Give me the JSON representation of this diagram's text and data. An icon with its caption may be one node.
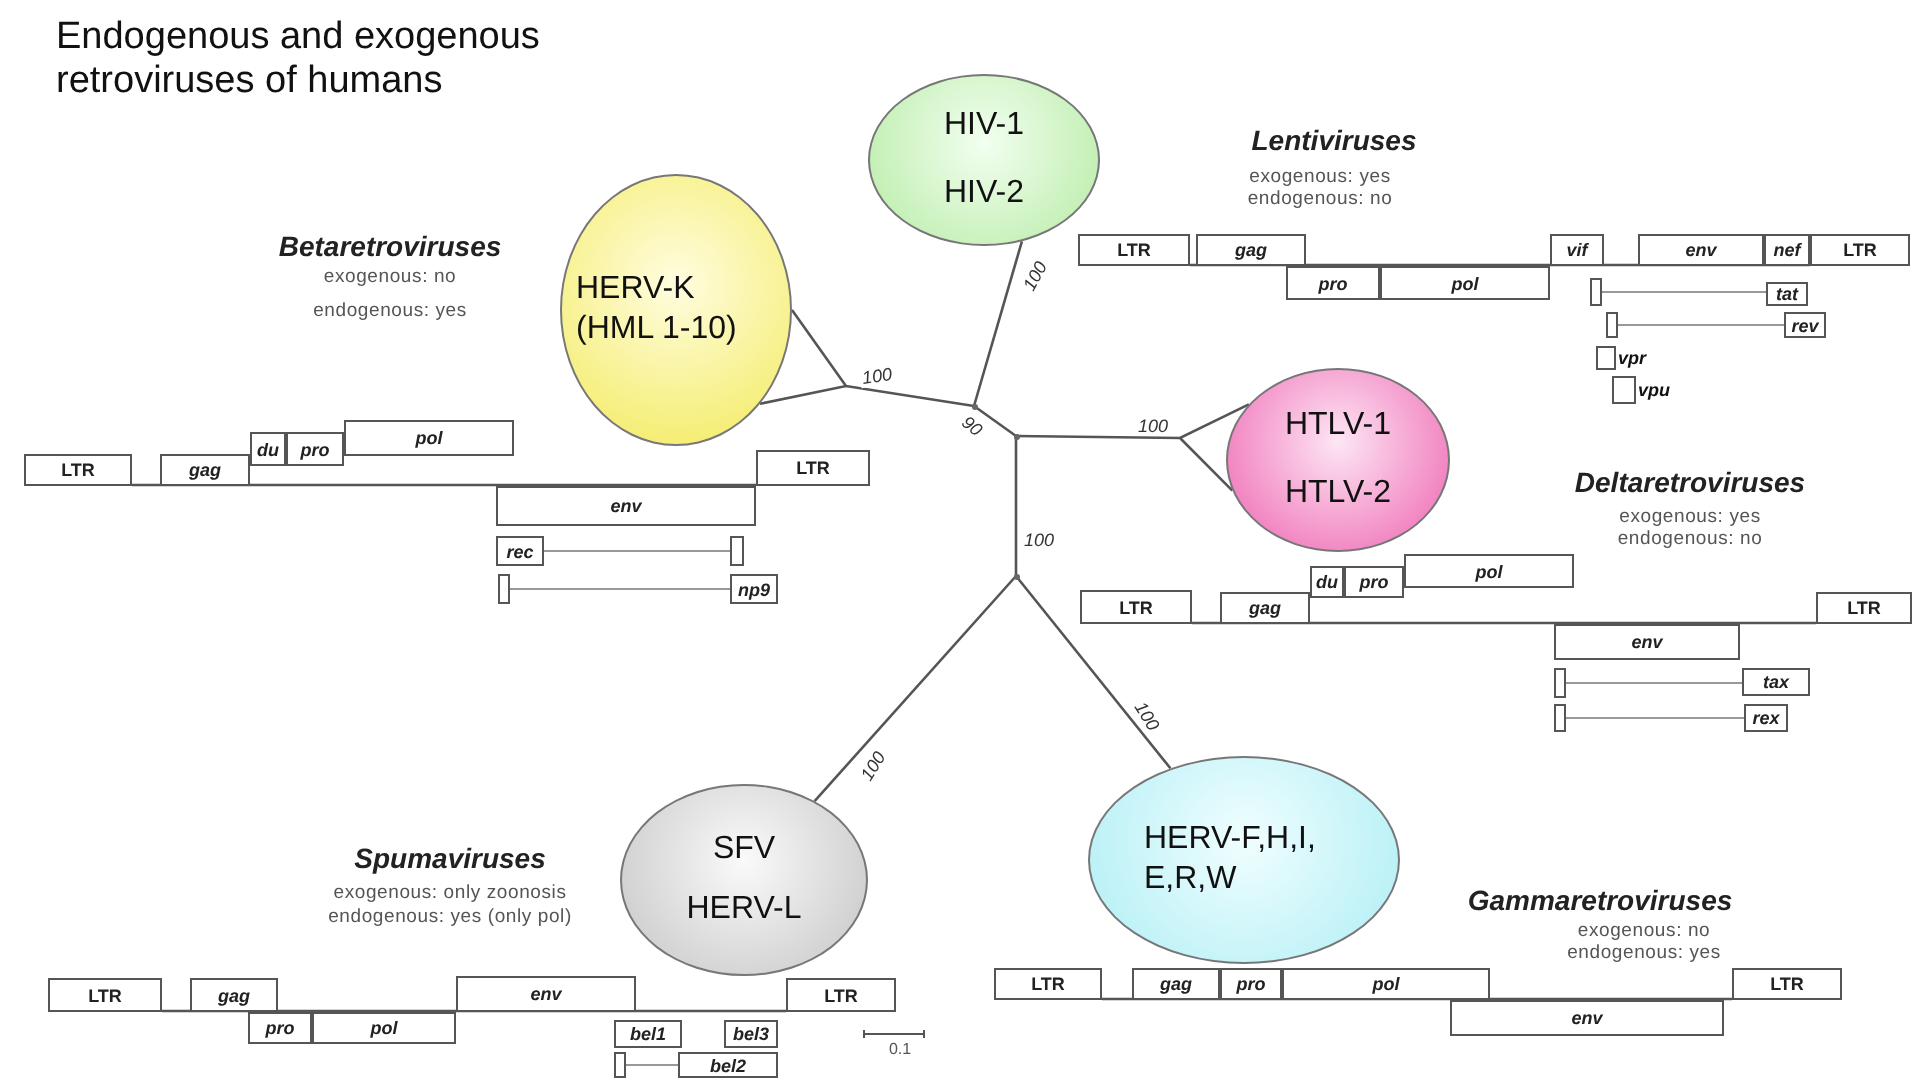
{
  "diagram": {
    "title": "Endogenous and exogenous retroviruses of humans",
    "nodes": [
      {
        "text": [
          "HIV-1",
          "HIV-2"
        ]
      },
      {
        "text": [
          "HERV-K (HML 1-10)"
        ]
      },
      {
        "text": [
          "HTLV-1",
          "HTLV-2"
        ]
      },
      {
        "text": [
          "SFV",
          "HERV-L"
        ]
      },
      {
        "text": [
          "HERV-F,H,I, E,R,W"
        ]
      },
      {
        "text": [],
        "shape": "point"
      },
      {
        "text": [],
        "shape": "point"
      },
      {
        "text": [],
        "shape": "point"
      },
      {
        "text": [
          "LTR"
        ]
      },
      {
        "text": [
          "gag"
        ]
      },
      {
        "text": [
          "vif"
        ]
      },
      {
        "text": [
          "env"
        ]
      },
      {
        "text": [
          "nef"
        ]
      },
      {
        "text": [
          "LTR"
        ]
      },
      {
        "text": [
          "pro"
        ]
      },
      {
        "text": [
          "pol"
        ]
      },
      {
        "text": [],
        "shape": "box"
      },
      {
        "text": [
          "tat"
        ]
      },
      {
        "text": [],
        "shape": "box"
      },
      {
        "text": [
          "rev"
        ]
      },
      {
        "text": [
          "vpr"
        ]
      },
      {
        "text": [
          "vpu"
        ]
      },
      {
        "text": [
          "pol"
        ]
      },
      {
        "text": [
          "du"
        ]
      },
      {
        "text": [
          "pro"
        ]
      },
      {
        "text": [
          "LTR"
        ]
      },
      {
        "text": [
          "gag"
        ]
      },
      {
        "text": [
          "LTR"
        ]
      },
      {
        "text": [
          "env"
        ]
      },
      {
        "text": [
          "rec"
        ]
      },
      {
        "text": [],
        "shape": "box"
      },
      {
        "text": [],
        "shape": "box"
      },
      {
        "text": [
          "np9"
        ]
      },
      {
        "text": [
          "pol"
        ]
      },
      {
        "text": [
          "du"
        ]
      },
      {
        "text": [
          "pro"
        ]
      },
      {
        "text": [
          "LTR"
        ]
      },
      {
        "text": [
          "gag"
        ]
      },
      {
        "text": [
          "LTR"
        ]
      },
      {
        "text": [
          "env"
        ]
      },
      {
        "text": [],
        "shape": "box"
      },
      {
        "text": [
          "tax"
        ]
      },
      {
        "text": [],
        "shape": "box"
      },
      {
        "text": [
          "rex"
        ]
      },
      {
        "text": [
          "LTR"
        ]
      },
      {
        "text": [
          "gag"
        ]
      },
      {
        "text": [
          "env"
        ]
      },
      {
        "text": [
          "LTR"
        ]
      },
      {
        "text": [
          "pro"
        ]
      },
      {
        "text": [
          "pol"
        ]
      },
      {
        "text": [
          "bel1"
        ]
      },
      {
        "text": [
          "bel3"
        ]
      },
      {
        "text": [],
        "shape": "box"
      },
      {
        "text": [
          "bel2"
        ]
      },
      {
        "text": [
          "LTR"
        ]
      },
      {
        "text": [
          "gag"
        ]
      },
      {
        "text": [
          "pro"
        ]
      },
      {
        "text": [
          "pol"
        ]
      },
      {
        "text": [
          "LTR"
        ]
      },
      {
        "text": [
          "env"
        ]
      }
    ],
    "edges": [
      {
        "from": 5,
        "to": 1,
        "arrow": "none",
        "label": "100"
      },
      {
        "from": 5,
        "to": 0,
        "arrow": "none",
        "label": "100"
      },
      {
        "from": 6,
        "to": 5,
        "arrow": "none",
        "label": "90"
      },
      {
        "from": 6,
        "to": 2,
        "arrow": "none",
        "label": "100"
      },
      {
        "from": 6,
        "to": 7,
        "arrow": "none",
        "label": "100"
      },
      {
        "from": 7,
        "to": 3,
        "arrow": "none",
        "label": "100"
      },
      {
        "from": 7,
        "to": 4,
        "arrow": "none",
        "label": "100"
      },
      {
        "from": 16,
        "to": 17,
        "arrow": "none"
      },
      {
        "from": 18,
        "to": 19,
        "arrow": "none"
      },
      {
        "from": 29,
        "to": 30,
        "arrow": "none"
      },
      {
        "from": 31,
        "to": 32,
        "arrow": "none"
      },
      {
        "from": 40,
        "to": 41,
        "arrow": "none"
      },
      {
        "from": 42,
        "to": 43,
        "arrow": "none"
      },
      {
        "from": 52,
        "to": 53,
        "arrow": "none"
      },
      {
        "from": 8,
        "to": 13,
        "arrow": "none"
      },
      {
        "from": 25,
        "to": 27,
        "arrow": "none"
      },
      {
        "from": 36,
        "to": 38,
        "arrow": "none"
      },
      {
        "from": 44,
        "to": 47,
        "arrow": "none"
      },
      {
        "from": 54,
        "to": 58,
        "arrow": "none"
      }
    ],
    "labels": [
      "Lentiviruses",
      "exogenous: yes",
      "endogenous: no",
      "Betaretroviruses",
      "exogenous: no",
      "endogenous: yes",
      "Deltaretroviruses",
      "exogenous: yes",
      "endogenous: no",
      "Spumaviruses",
      "exogenous: only zoonosis",
      "endogenous: yes (only pol)",
      "Gammaretroviruses",
      "exogenous: no",
      "endogenous: yes",
      "0.1"
    ]
  }
}
